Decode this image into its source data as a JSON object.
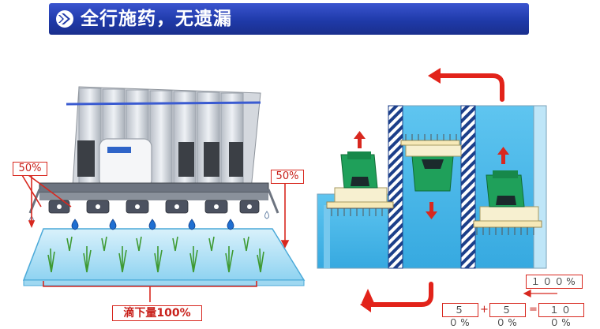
{
  "banner": {
    "title": "全行施药，无遗漏"
  },
  "left_diagram": {
    "label_left": "50%",
    "label_right": "50%",
    "label_bottom": "滴下量100%"
  },
  "right_diagram": {
    "label_total": "１００%",
    "formula": {
      "a": "５０%",
      "plus": "+",
      "b": "５０%",
      "equals": "=",
      "result": "１００%"
    }
  },
  "colors": {
    "banner": "#2640b8",
    "accent_red": "#d8281f",
    "water": "#3fb6ea",
    "machine_green": "#1fa05a"
  }
}
